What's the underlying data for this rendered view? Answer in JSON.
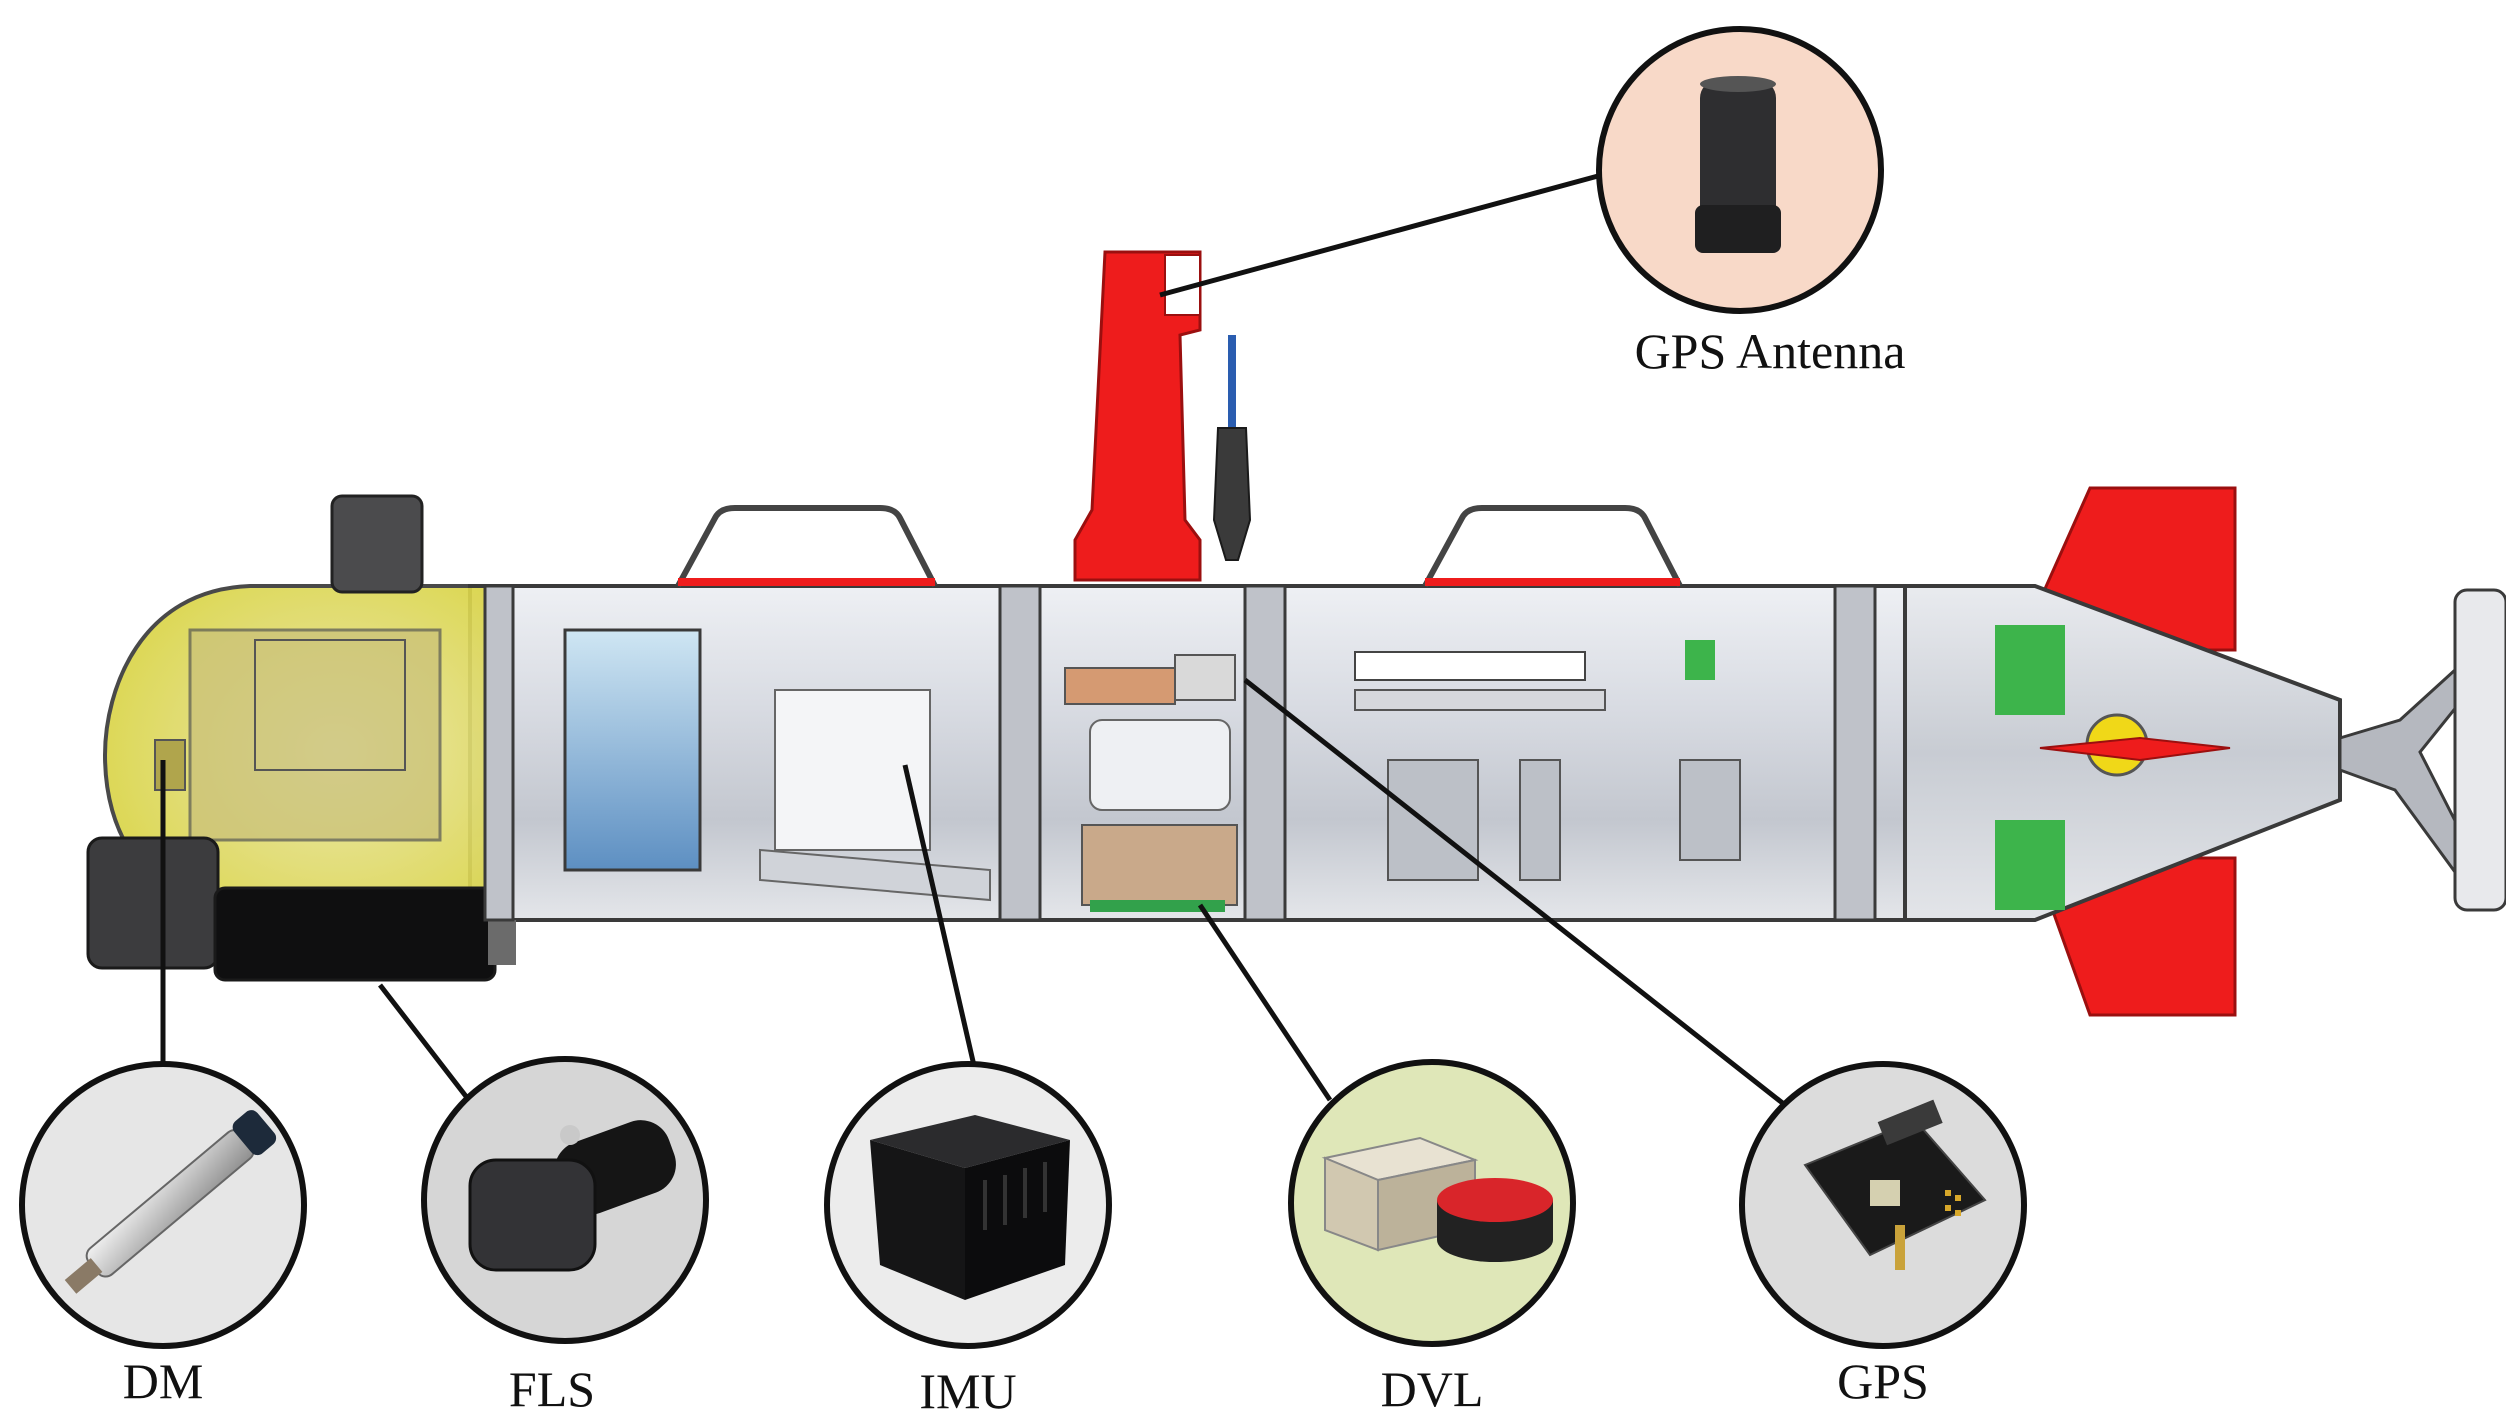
{
  "diagram": {
    "vehicle": "auv-cutaway",
    "colors": {
      "hull": "#c9ccd4",
      "hull_outline": "#3a3a3a",
      "nose_highlight": "#e7df4a",
      "fin_red": "#ee1c1c",
      "mast_red": "#ee1c1c",
      "bubble_antenna": "#f8d9c8",
      "bubble_dm": "#e6e6e6",
      "bubble_fls": "#d6d6d6",
      "bubble_imu": "#ececec",
      "bubble_dvl": "#dfe7b8",
      "bubble_gps": "#dcdcdc",
      "leader": "#111111"
    },
    "callouts": {
      "gps_antenna": {
        "label": "GPS Antenna",
        "icon": "gps-antenna-icon"
      },
      "dm": {
        "label": "DM",
        "icon": "depth-meter-icon"
      },
      "fls": {
        "label": "FLS",
        "icon": "forward-looking-sonar-icon"
      },
      "imu": {
        "label": "IMU",
        "icon": "imu-box-icon"
      },
      "dvl": {
        "label": "DVL",
        "icon": "doppler-velocity-log-icon"
      },
      "gps": {
        "label": "GPS",
        "icon": "gps-board-icon"
      }
    }
  }
}
